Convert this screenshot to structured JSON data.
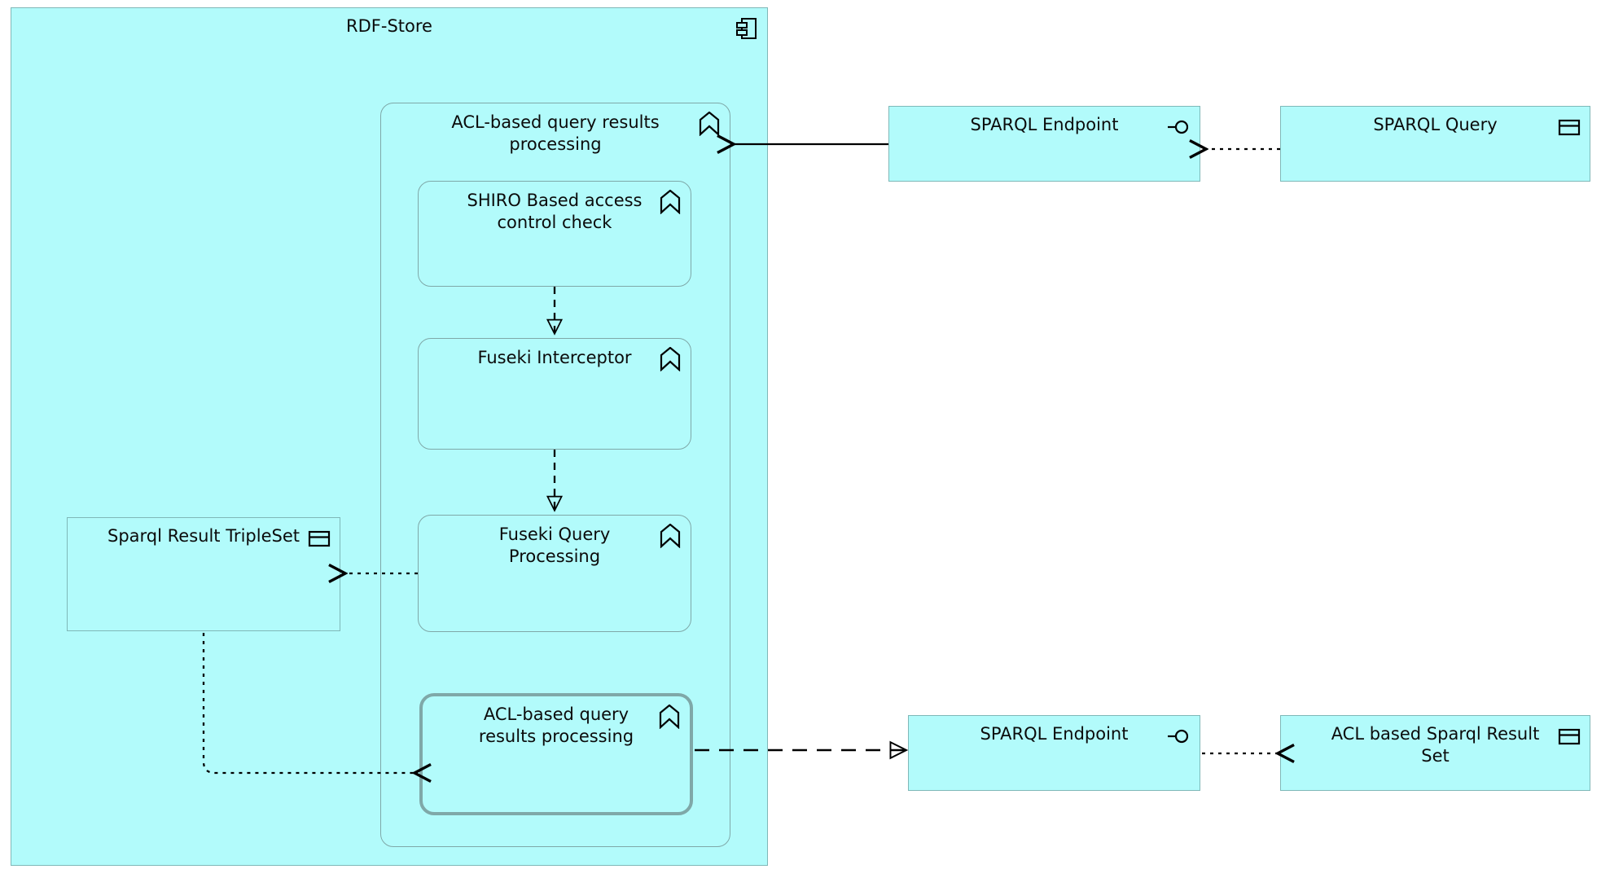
{
  "diagram": {
    "type": "archimate-application-layer",
    "background": "#ffffff",
    "node_fill": "#b2fbfb",
    "node_stroke": "#7fb8b8",
    "highlight_stroke": "#7fa8a8",
    "connector_color": "#000000"
  },
  "container": {
    "label": "RDF-Store",
    "icon": "component-icon"
  },
  "outer_function": {
    "label": "ACL-based query results\nprocessing",
    "icon": "function-chevron-icon"
  },
  "functions": [
    {
      "id": "shiro-check",
      "label": "SHIRO Based access\ncontrol check",
      "icon": "function-chevron-icon",
      "highlighted": false
    },
    {
      "id": "fuseki-interceptor",
      "label": "Fuseki Interceptor",
      "icon": "function-chevron-icon",
      "highlighted": false
    },
    {
      "id": "fuseki-query-processing",
      "label": "Fuseki Query\nProcessing",
      "icon": "function-chevron-icon",
      "highlighted": false
    },
    {
      "id": "acl-results-processing",
      "label": "ACL-based query\nresults processing",
      "icon": "function-chevron-icon",
      "highlighted": true
    }
  ],
  "data_objects": [
    {
      "id": "sparql-result-tripleset",
      "label": "Sparql Result TripleSet",
      "icon": "data-object-icon"
    },
    {
      "id": "sparql-query",
      "label": "SPARQL Query",
      "icon": "data-object-icon"
    },
    {
      "id": "acl-based-sparql-result-set",
      "label": "ACL based Sparql Result\nSet",
      "icon": "data-object-icon"
    }
  ],
  "interfaces": [
    {
      "id": "sparql-endpoint-top",
      "label": "SPARQL Endpoint",
      "icon": "provided-interface-lollipop-icon"
    },
    {
      "id": "sparql-endpoint-bottom",
      "label": "SPARQL Endpoint",
      "icon": "provided-interface-lollipop-icon"
    }
  ],
  "connectors": [
    {
      "id": "endpoint-to-outer-function",
      "from": "sparql-endpoint-top",
      "to": "outer-function",
      "style": "solid",
      "arrowhead": "open"
    },
    {
      "id": "query-to-endpoint",
      "from": "sparql-query",
      "to": "sparql-endpoint-top",
      "style": "dotted",
      "arrowhead": "open"
    },
    {
      "id": "shiro-to-interceptor",
      "from": "shiro-check",
      "to": "fuseki-interceptor",
      "style": "dashed",
      "arrowhead": "filled"
    },
    {
      "id": "interceptor-to-query-processing",
      "from": "fuseki-interceptor",
      "to": "fuseki-query-processing",
      "style": "dashed",
      "arrowhead": "filled"
    },
    {
      "id": "query-processing-to-tripleset",
      "from": "fuseki-query-processing",
      "to": "sparql-result-tripleset",
      "style": "dotted",
      "arrowhead": "open"
    },
    {
      "id": "tripleset-to-acl-processing",
      "from": "sparql-result-tripleset",
      "to": "acl-results-processing",
      "style": "dotted",
      "arrowhead": "open"
    },
    {
      "id": "acl-processing-to-endpoint",
      "from": "acl-results-processing",
      "to": "sparql-endpoint-bottom",
      "style": "long-dashed",
      "arrowhead": "filled"
    },
    {
      "id": "endpoint-to-result-set",
      "from": "sparql-endpoint-bottom",
      "to": "acl-based-sparql-result-set",
      "style": "dotted",
      "arrowhead": "open"
    }
  ]
}
